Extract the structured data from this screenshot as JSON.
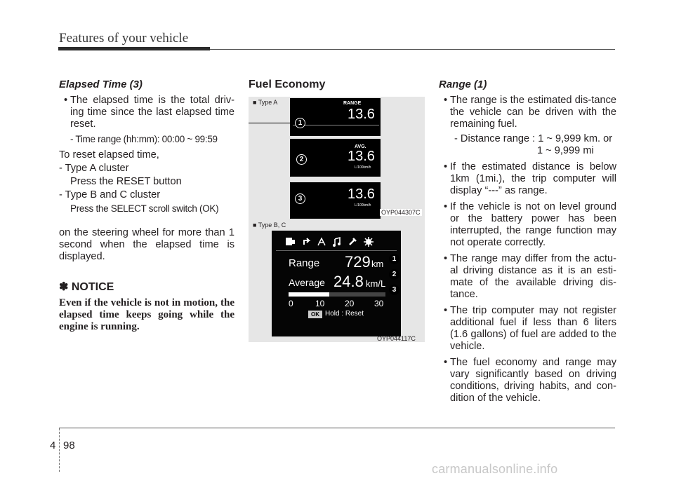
{
  "header": {
    "title": "Features of your vehicle"
  },
  "left_col": {
    "elapsed_heading": "Elapsed Time (3)",
    "elapsed_bullet_1": "The elapsed time is the total driv-ing time since the last elapsed time reset.",
    "elapsed_range": "- Time range (hh:mm): 00:00 ~ 99:59",
    "reset_intro": "To reset elapsed time,",
    "type_a": "- Type A cluster",
    "type_a_action": "Press the RESET button",
    "type_bc": "- Type B and C cluster",
    "type_bc_action": "Press the SELECT scroll switch (OK)",
    "steering_text": "on the steering wheel for more than 1 second when the elapsed time is displayed.",
    "notice_heading": "✽ NOTICE",
    "notice_body": "Even if the vehicle is not in motion, the elapsed time keeps going while the engine is running."
  },
  "mid_col": {
    "fuel_heading": "Fuel Economy",
    "type_a_label": "■ Type A",
    "type_bc_label": "■ Type B, C",
    "code_a": "OYP044307C",
    "code_b": "OYP044117C",
    "lcd_a": {
      "range_label": "RANGE",
      "range_value": "13.6",
      "avg_label": "AVG.",
      "avg_value": "13.6",
      "avg_unit": "L/100km/h",
      "inst_value": "13.6",
      "inst_unit": "L/100km/h",
      "badges": [
        "1",
        "2",
        "3"
      ]
    },
    "lcd_b": {
      "range_label": "Range",
      "range_value": "729",
      "range_unit": "km",
      "avg_label": "Average",
      "avg_value": "24.8",
      "avg_unit": "km/L",
      "scale": [
        "0",
        "10",
        "20",
        "30"
      ],
      "ok_label": "OK",
      "hold_text": "Hold : Reset",
      "badges": [
        "1",
        "2",
        "3"
      ]
    }
  },
  "right_col": {
    "range_heading": "Range (1)",
    "b1": "The range is the estimated dis-tance the vehicle can be driven with the remaining fuel.",
    "distance_range_1": "- Distance range : 1 ~ 9,999 km. or",
    "distance_range_2": "1 ~ 9,999 mi",
    "b2": "If the estimated distance is below 1km (1mi.), the trip computer will display “---” as range.",
    "b3": "If the vehicle is not on level ground or the battery power has been interrupted, the range function may not operate correctly.",
    "b4": "The range may differ from the actu-al driving distance as it is an esti-mate of the available driving dis-tance.",
    "b5": "The trip computer may not register additional fuel if less than 6 liters (1.6 gallons) of fuel are added to the vehicle.",
    "b6": "The fuel economy and range may vary significantly based on driving conditions, driving habits, and con-dition of the vehicle."
  },
  "footer": {
    "section": "4",
    "page": "98",
    "watermark": "carmanualsonline.info"
  }
}
